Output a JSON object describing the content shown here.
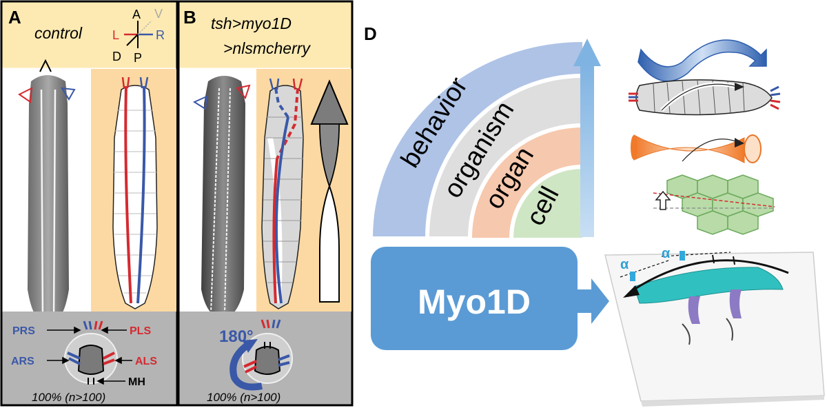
{
  "panelA": {
    "letter": "A",
    "title": "control",
    "axes": {
      "anterior": "A",
      "posterior": "P",
      "left": "L",
      "right": "R",
      "ventral": "V",
      "dorsal": "D"
    },
    "head_mark": "A",
    "labels": {
      "prs": "PRS",
      "pls": "PLS",
      "ars": "ARS",
      "als": "ALS",
      "mh": "MH"
    },
    "footer": "100% (n>100)"
  },
  "panelB": {
    "letter": "B",
    "title_line1": "tsh>myo1D",
    "title_line2": ">nlsmcherry",
    "rotation": "180°",
    "footer": "100% (n>100)"
  },
  "panelD": {
    "letter": "D",
    "levels": [
      "behavior",
      "organism",
      "organ",
      "cell"
    ],
    "protein": "Myo1D",
    "angle1": "α",
    "angle2": "α"
  },
  "colors": {
    "header_yellow": "#fdeab3",
    "orange_bg": "#fcd9a2",
    "gray_bg": "#b4b4b4",
    "left_red": "#d42a30",
    "right_blue": "#3a58a8",
    "behavior_blue": "#aec3e6",
    "organism_gray": "#dedede",
    "organ_peach": "#f6c8ad",
    "cell_green": "#cfe6c5",
    "myo_blue": "#5b9bd5"
  }
}
